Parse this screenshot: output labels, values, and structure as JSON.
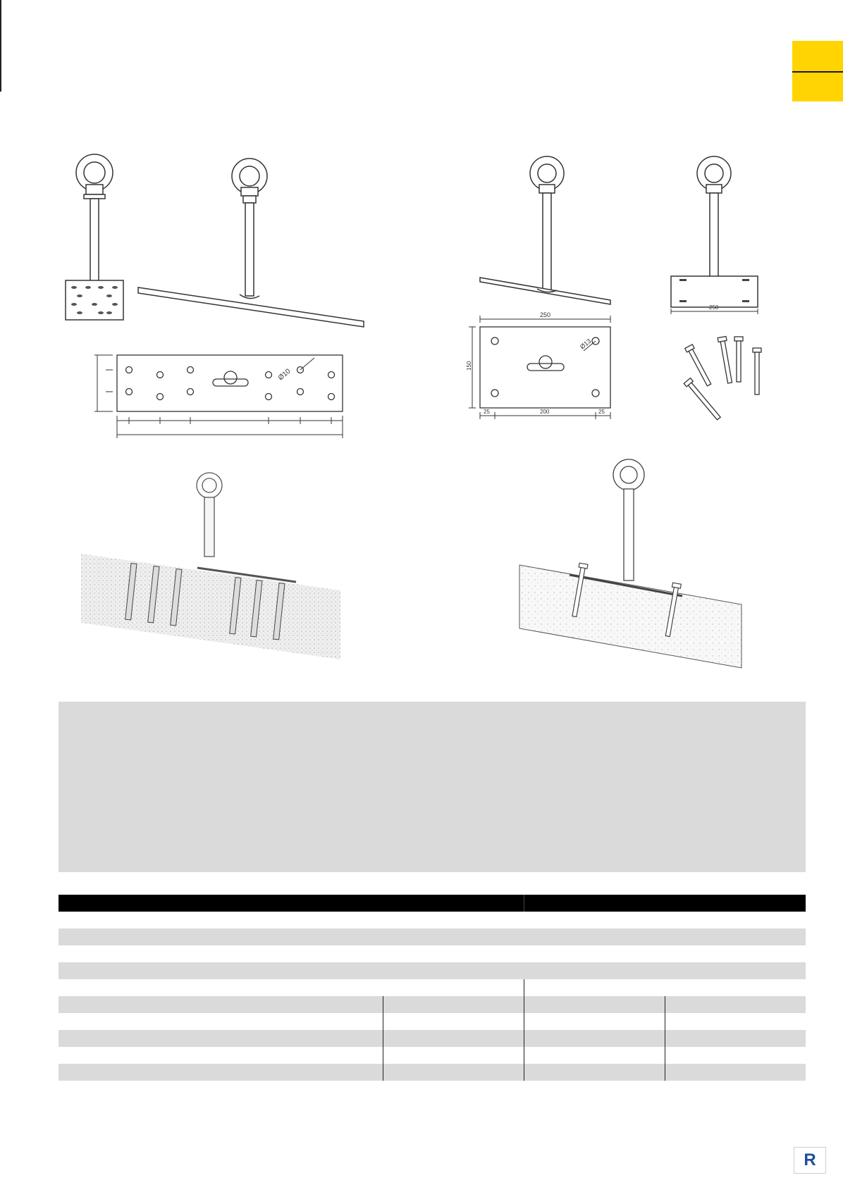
{
  "colors": {
    "accent_yellow": "#ffd400",
    "panel_grey": "#dadada",
    "header_black": "#000000",
    "logo_blue": "#1d4f9c"
  },
  "dimensions": {
    "plate_width": "250",
    "plate_height": "150",
    "spacing_25_left": "25",
    "spacing_200": "200",
    "spacing_25_right": "25",
    "base_width": "250",
    "hole_diameter_small": "Ø10",
    "hole_diameter_large": "Ø13"
  },
  "logo": {
    "letter": "R"
  }
}
